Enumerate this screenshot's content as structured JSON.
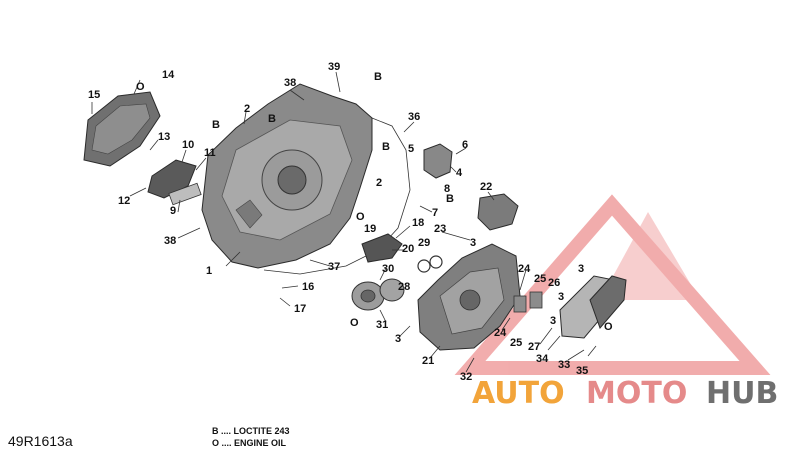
{
  "diagram_id": "49R1613a",
  "legend": [
    {
      "symbol": "B",
      "text": "B .... LOCTITE 243"
    },
    {
      "symbol": "O",
      "text": "O .... ENGINE OIL"
    }
  ],
  "watermark": {
    "word_1": "AUTO",
    "word_2": "MOTO",
    "word_3": "HUB",
    "color_1": "#f2a43a",
    "color_2": "#e58a8a",
    "color_3": "#6f6f6f"
  },
  "callouts": {
    "c1": "1",
    "c2a": "2",
    "c2b": "2",
    "c3a": "3",
    "c3b": "3",
    "c3c": "3",
    "c3d": "3",
    "c3e": "3",
    "c4": "4",
    "c5": "5",
    "c6": "6",
    "c7": "7",
    "c8": "8",
    "c9": "9",
    "c10": "10",
    "c11": "11",
    "c12": "12",
    "c13": "13",
    "c14": "14",
    "c15": "15",
    "c16": "16",
    "c17": "17",
    "c18": "18",
    "c19": "19",
    "c20": "20",
    "c21": "21",
    "c22": "22",
    "c23": "23",
    "c24a": "24",
    "c24b": "24",
    "c25a": "25",
    "c25b": "25",
    "c26": "26",
    "c27": "27",
    "c28": "28",
    "c29": "29",
    "c30": "30",
    "c31": "31",
    "c32": "32",
    "c33": "33",
    "c34": "34",
    "c35": "35",
    "c36": "36",
    "c37": "37",
    "c38a": "38",
    "c38b": "38",
    "c39": "39"
  },
  "markers": {
    "B": "B",
    "O": "O"
  }
}
